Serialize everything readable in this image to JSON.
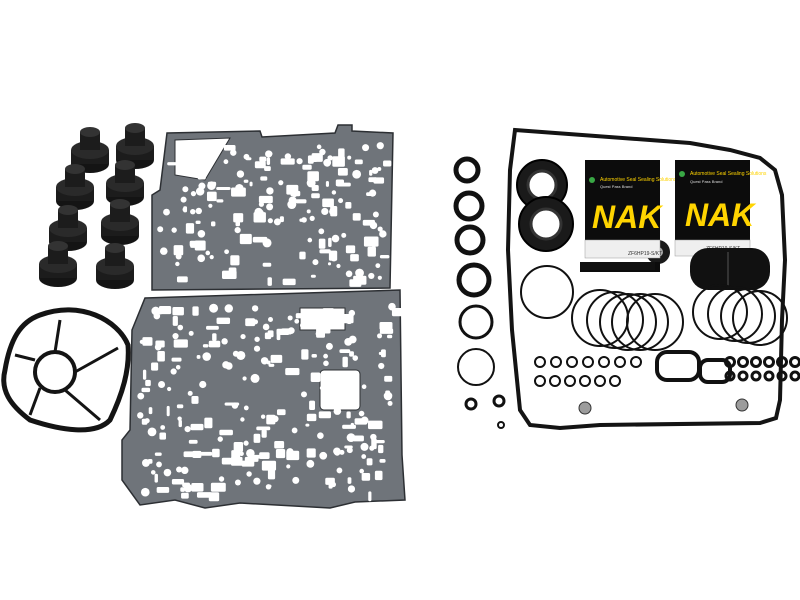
{
  "colors": {
    "background": "#ffffff",
    "gasket_fill": "#6f747a",
    "gasket_edge": "#2c2f33",
    "rubber": "#141414",
    "nak_yellow": "#ffd400",
    "nak_black": "#0c0c0c",
    "nak_green": "#39a845"
  },
  "products": {
    "left_kit": {
      "filter_caps": 8,
      "separator_plate_gaskets": 2,
      "round_gasket": 1
    },
    "right_kit": {
      "brand_cards": [
        {
          "brand": "NAK",
          "tagline": "Automotive Seal Sealing Solutions",
          "sub": "Quest Pass Brand",
          "code": "ZF6HP19-S/KT"
        },
        {
          "brand": "NAK",
          "tagline": "Automotive Seal Sealing Solutions",
          "sub": "Quest Pass Brand",
          "code": "ZF6HP19-S/KT"
        }
      ]
    }
  }
}
